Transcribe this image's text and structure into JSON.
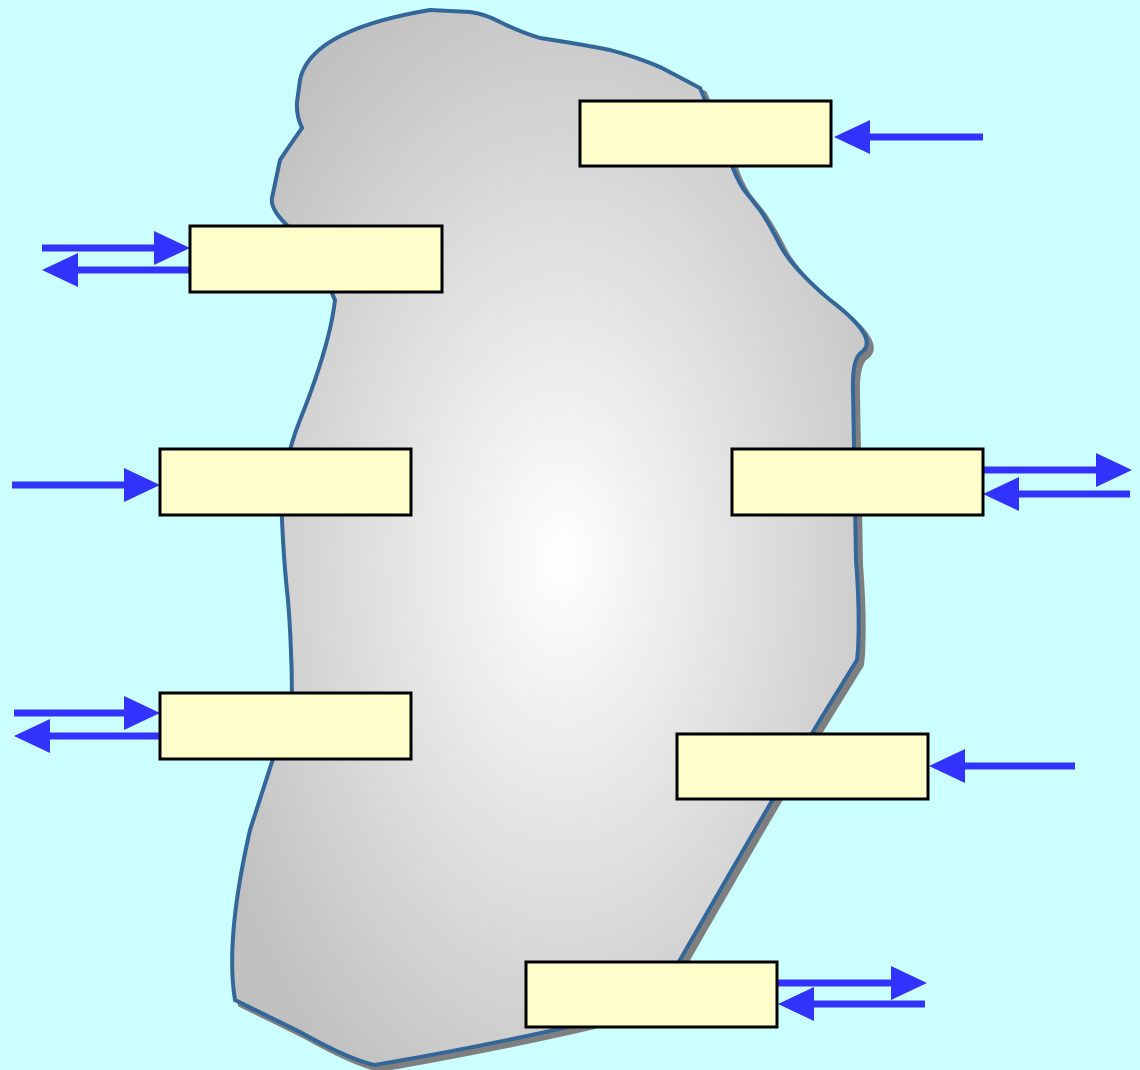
{
  "diagram": {
    "background_color": "#ccffff",
    "blob": {
      "fill_center": "#ffffff",
      "fill_edge": "#c0c0c0",
      "outline_color": "#336699",
      "shadow_color": "#7f7f7f"
    },
    "box_fill": "#ffffcc",
    "box_stroke": "#000000",
    "arrow_color": "#3333ff",
    "boxes": [
      {
        "id": "top-right",
        "label": "",
        "flow": "inbound"
      },
      {
        "id": "upper-left",
        "label": "",
        "flow": "bidirectional"
      },
      {
        "id": "middle-left",
        "label": "",
        "flow": "inbound"
      },
      {
        "id": "middle-right",
        "label": "",
        "flow": "bidirectional"
      },
      {
        "id": "lower-left",
        "label": "",
        "flow": "bidirectional"
      },
      {
        "id": "lower-right",
        "label": "",
        "flow": "inbound"
      },
      {
        "id": "bottom",
        "label": "",
        "flow": "bidirectional"
      }
    ]
  }
}
